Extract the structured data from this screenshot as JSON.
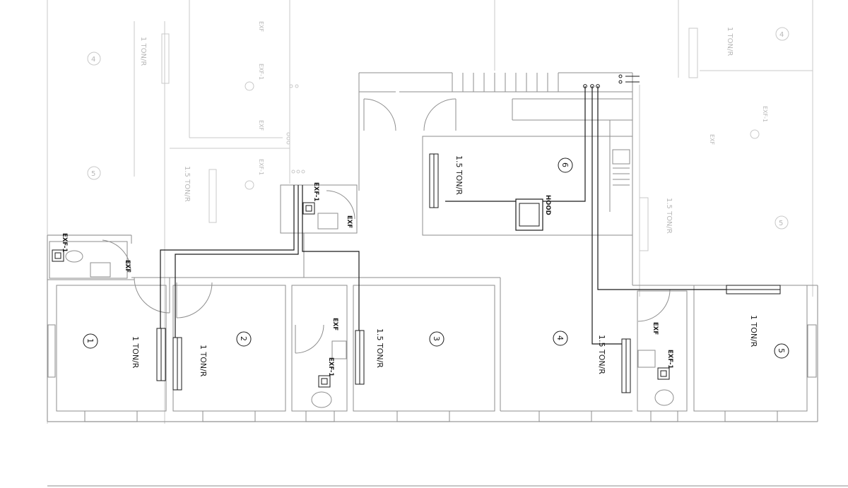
{
  "rooms": [
    {
      "number": "1",
      "ac": "1 TON/R"
    },
    {
      "number": "2",
      "ac": "1 TON/R"
    },
    {
      "number": "3",
      "ac": "1.5 TON/R"
    },
    {
      "number": "4",
      "ac": "1.5 TON/R"
    },
    {
      "number": "5",
      "ac": "1 TON/R"
    },
    {
      "number": "6",
      "ac": "1.5 TON/R"
    }
  ],
  "labels": {
    "hood": "HOOD",
    "exf": "EXF",
    "exf1": "EXF-1"
  },
  "background_faint": {
    "left_number": "4",
    "left_number2": "5",
    "left_ac": "1 TON/R",
    "left_ac2": "1.5 TON/R",
    "right_number": "4",
    "right_number2": "5",
    "right_ac": "1 TON/R",
    "right_ac2": "1.5 TON/R",
    "exf": "EXF",
    "exf1": "EXF-1"
  }
}
